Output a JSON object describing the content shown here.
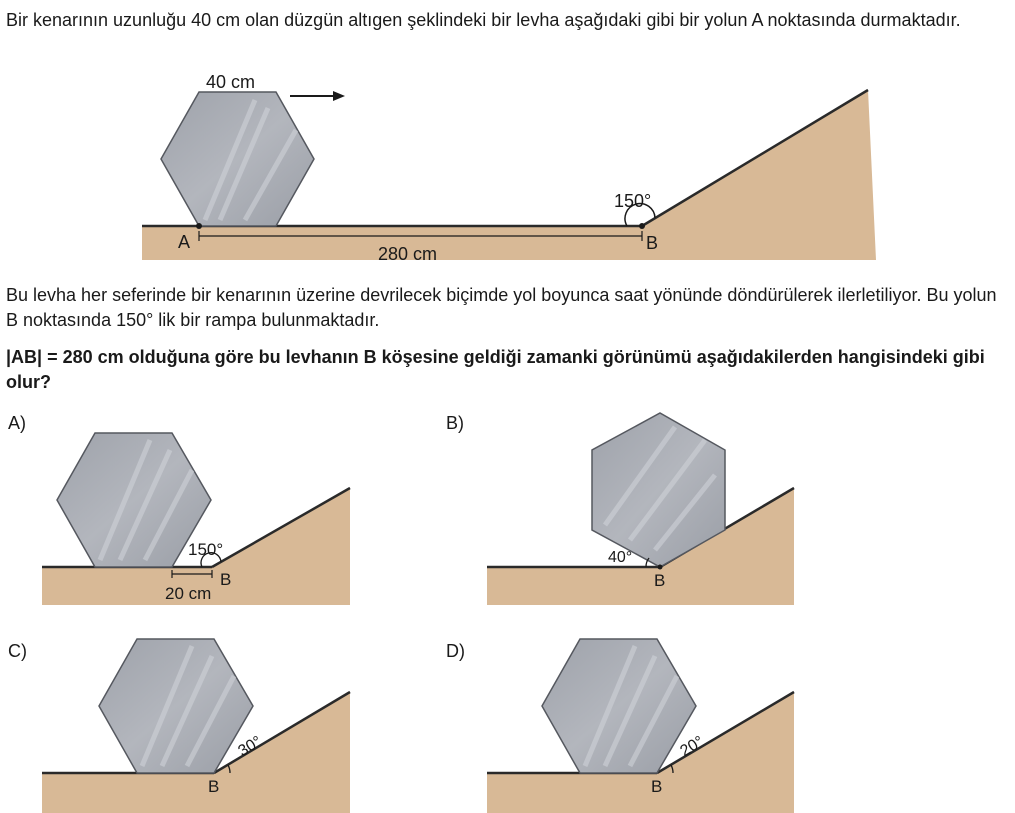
{
  "intro": "Bir kenarının uzunluğu 40 cm olan düzgün altıgen şeklindeki bir levha aşağıdaki gibi bir yolun A noktasında durmaktadır.",
  "main_figure": {
    "side_label": "40 cm",
    "angle_label": "150°",
    "point_a": "A",
    "point_b": "B",
    "distance_label": "280 cm"
  },
  "description": "Bu levha her seferinde bir kenarının üzerine devrilecek biçimde yol boyunca saat yönünde döndürülerek ilerletiliyor. Bu yolun B noktasında 150° lik bir rampa bulunmaktadır.",
  "question": "|AB| = 280 cm olduğuna göre bu levhanın B köşesine geldiği zamanki görünümü aşağıdakilerden hangisindeki gibi olur?",
  "options": [
    {
      "label": "A)",
      "angle": "150°",
      "point": "B",
      "distance": "20 cm"
    },
    {
      "label": "B)",
      "angle": "40°",
      "point": "B"
    },
    {
      "label": "C)",
      "angle": "30°",
      "point": "B"
    },
    {
      "label": "D)",
      "angle": "20°",
      "point": "B"
    }
  ],
  "colors": {
    "ground": "#d8b996",
    "hexagon": "#a7aab2",
    "hexagon_stroke": "#55585f",
    "line": "#2a2a2a"
  }
}
